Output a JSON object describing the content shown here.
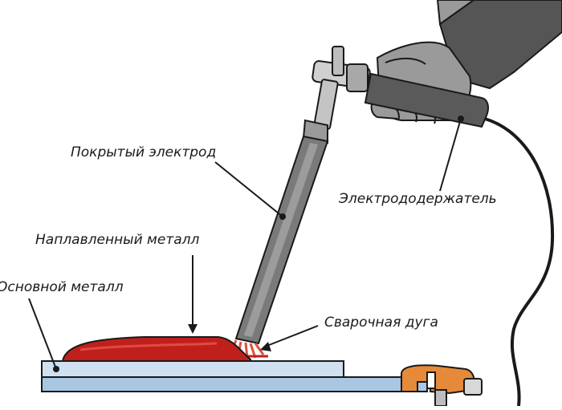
{
  "labels": {
    "coated_electrode": "Покрытый электрод",
    "electrode_holder": "Электрододержатель",
    "deposited_metal": "Наплавленный металл",
    "base_metal": "Основной металл",
    "welding_arc": "Сварочная дуга"
  },
  "icons": {
    "glove": "gloved-hand-icon",
    "holder": "electrode-holder-icon",
    "electrode": "coated-electrode-icon",
    "arc": "welding-arc-icon",
    "clamp": "ground-clamp-icon",
    "cable": "power-cable-icon"
  },
  "colors": {
    "glove": "#8c8c8c",
    "holder_body": "#5a5a5a",
    "electrode": "#7a7a7a",
    "deposited_metal": "#c0201c",
    "base_metal": "#a9c6e2",
    "arc": "#e0503c",
    "clamp": "#e58a3a",
    "outline": "#1a1a1a"
  }
}
